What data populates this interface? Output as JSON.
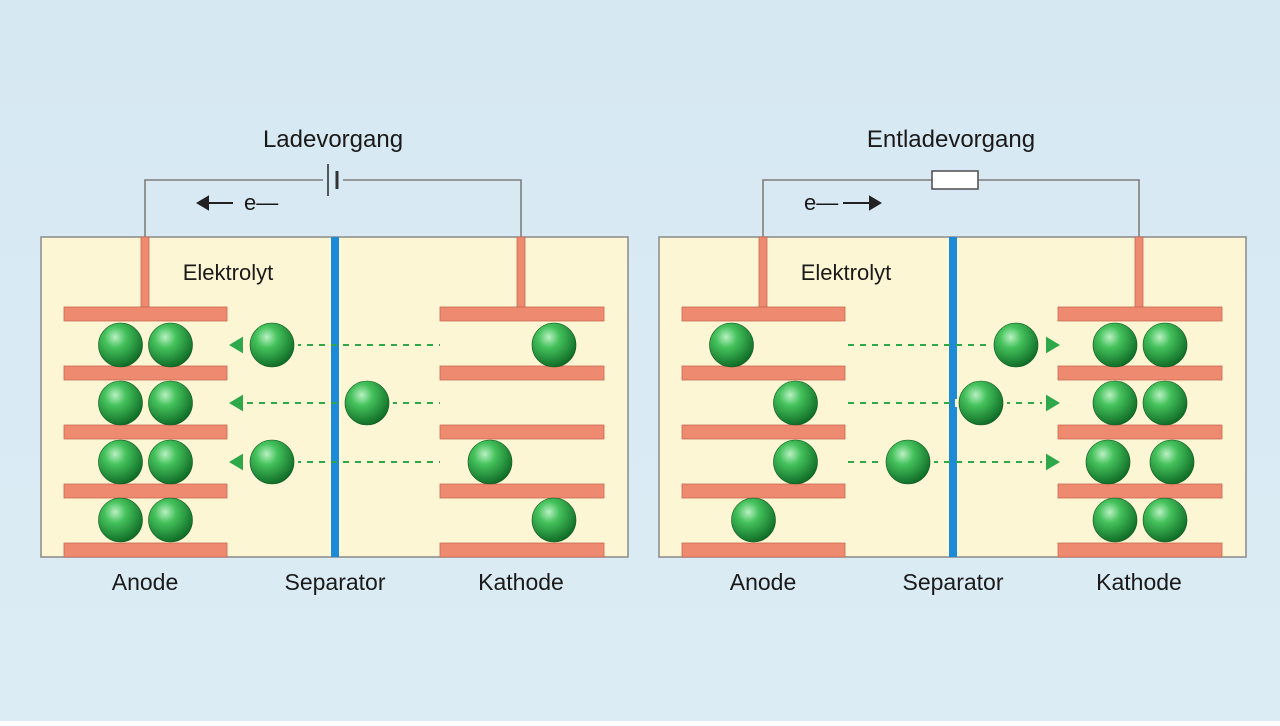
{
  "colors": {
    "background": "#d7e9f3",
    "cell_fill": "#fcf6d4",
    "cell_border": "#8a8a8a",
    "electrode": "#ee8a70",
    "electrode_edge": "#c96a52",
    "separator": "#1c8ad6",
    "ion": "#1f9d3a",
    "ion_highlight": "#b9f0c2",
    "ion_arrow": "#2ea84a",
    "wire": "#8a8a8a",
    "text": "#1a1a1a"
  },
  "panels": [
    {
      "id": "charge",
      "title": "Ladevorgang",
      "electron_label": "e—",
      "electron_direction": "left",
      "circuit_element": "battery",
      "electrolyte_label": "Elektrolyt",
      "labels": {
        "anode": "Anode",
        "separator": "Separator",
        "cathode": "Kathode"
      },
      "ion_direction": "left",
      "anode_ions": [
        2,
        2,
        2,
        2
      ],
      "cathode_ions": [
        [
          "r"
        ],
        [],
        [
          "l"
        ],
        [
          "r"
        ]
      ],
      "mobile_ions": [
        "a",
        "s",
        "a"
      ]
    },
    {
      "id": "discharge",
      "title": "Entladevorgang",
      "electron_label": "e—",
      "electron_direction": "right",
      "circuit_element": "resistor",
      "electrolyte_label": "Elektrolyt",
      "labels": {
        "anode": "Anode",
        "separator": "Separator",
        "cathode": "Kathode"
      },
      "ion_direction": "right",
      "anode_ions": [
        [
          "l"
        ],
        [
          "r"
        ],
        [
          "r"
        ],
        [
          "m"
        ]
      ],
      "cathode_ions": [
        2,
        2,
        [
          "l",
          "r"
        ],
        2
      ],
      "mobile_ions": [
        "c",
        "s",
        "a"
      ]
    }
  ]
}
